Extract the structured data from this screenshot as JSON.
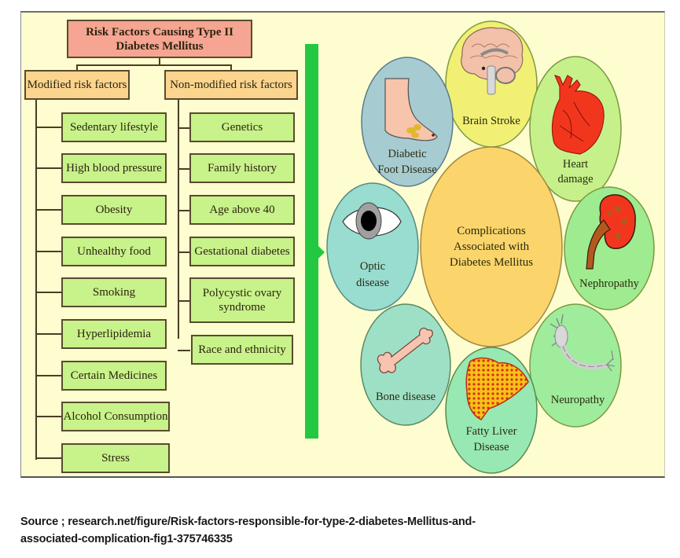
{
  "diagram": {
    "title": [
      "Risk Factors Causing  Type II",
      "Diabetes Mellitus"
    ],
    "modified": {
      "header": "Modified risk factors",
      "items": [
        "Sedentary lifestyle",
        "High blood pressure",
        "Obesity",
        "Unhealthy food",
        "Smoking",
        "Hyperlipidemia",
        "Certain Medicines",
        "Alcohol Consumption",
        "Stress"
      ]
    },
    "non_modified": {
      "header": "Non-modified risk factors",
      "items": [
        "Genetics",
        "Family history",
        "Age above 40",
        "Gestational diabetes",
        "Polycystic ovary syndrome",
        "Race and ethnicity"
      ]
    },
    "complications": {
      "center": [
        "Complications",
        "Associated with",
        "Diabetes Mellitus"
      ],
      "items": [
        {
          "label": [
            "Brain Stroke"
          ],
          "icon": "brain-icon",
          "color": "#f1f074"
        },
        {
          "label": [
            "Heart",
            "damage"
          ],
          "icon": "heart-icon",
          "color": "#c6f08a"
        },
        {
          "label": [
            "Nephropathy"
          ],
          "icon": "kidney-icon",
          "color": "#9eec8f"
        },
        {
          "label": [
            "Neuropathy"
          ],
          "icon": "neuron-icon",
          "color": "#9eec9c"
        },
        {
          "label": [
            "Fatty Liver",
            "Disease"
          ],
          "icon": "liver-icon",
          "color": "#97e8b3"
        },
        {
          "label": [
            "Bone disease"
          ],
          "icon": "bone-icon",
          "color": "#9ee0c6"
        },
        {
          "label": [
            "Optic",
            "disease"
          ],
          "icon": "eye-icon",
          "color": "#99dcd0"
        },
        {
          "label": [
            "Diabetic",
            "Foot Disease"
          ],
          "icon": "foot-icon",
          "color": "#a6ccd2"
        }
      ],
      "center_color": "#fbd56b"
    },
    "colors": {
      "title_fill": "#f6a592",
      "header_fill": "#fbd48e",
      "item_fill": "#c8f28a",
      "background": "#fefdd0",
      "arrow_bar": "#22c841"
    }
  },
  "source_text": [
    "Source ; research.net/figure/Risk-factors-responsible-for-type-2-diabetes-Mellitus-and-",
    "associated-complication-fig1-375746335"
  ]
}
